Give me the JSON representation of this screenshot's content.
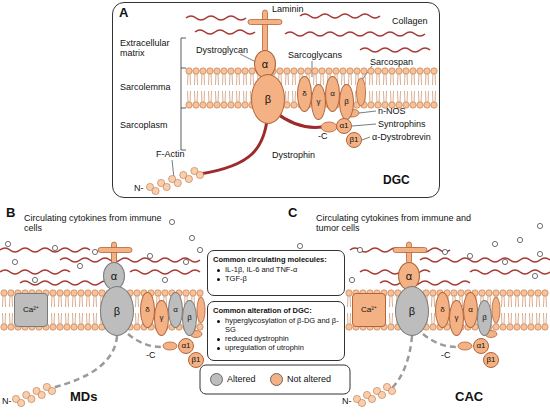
{
  "diagram": {
    "nodes": [
      {
        "text": [
          "A",
          "DGC"
        ]
      },
      {
        "text": [
          "α"
        ],
        "in": 0
      },
      {
        "text": [
          "β"
        ],
        "in": 0
      },
      {
        "text": [
          "δ"
        ],
        "in": 0
      },
      {
        "text": [
          "γ"
        ],
        "in": 0
      },
      {
        "text": [
          "α"
        ],
        "in": 0
      },
      {
        "text": [
          "β"
        ],
        "in": 0
      },
      {
        "text": [
          "α1"
        ],
        "in": 0
      },
      {
        "text": [
          "β1"
        ],
        "in": 0
      },
      {
        "text": [
          "Ca²⁺"
        ]
      },
      {
        "text": [
          "α"
        ]
      },
      {
        "text": [
          "β"
        ]
      },
      {
        "text": [
          "δ"
        ]
      },
      {
        "text": [
          "γ"
        ]
      },
      {
        "text": [
          "α"
        ]
      },
      {
        "text": [
          "β"
        ]
      },
      {
        "text": [
          "α1"
        ]
      },
      {
        "text": [
          "β1"
        ]
      },
      {
        "text": [
          "Common circulating molecules:",
          "IL-1β, IL-6 and TNF-α",
          "TGF-β"
        ]
      },
      {
        "text": [
          "Common alteration of DGC:",
          "hyperglycosylation of β-DG and β-SG",
          "reduced dystrophin",
          "upregulation of utrophin"
        ]
      },
      {
        "text": [
          "Ca²⁺"
        ]
      },
      {
        "text": [
          "α"
        ]
      },
      {
        "text": [
          "β"
        ]
      },
      {
        "text": [
          "δ"
        ]
      },
      {
        "text": [
          "γ"
        ]
      },
      {
        "text": [
          "α"
        ]
      },
      {
        "text": [
          "β"
        ]
      },
      {
        "text": [
          "α1"
        ]
      },
      {
        "text": [
          "β1"
        ]
      }
    ],
    "labels": [
      "Laminin",
      "Collagen",
      "Extracellular matrix",
      "Sarcolemma",
      "Sarcoplasm",
      "Dystroglycan",
      "Sarcoglycans",
      "Sarcospan",
      "n-NOS",
      "Syntrophins",
      "α-Dystrobrevin",
      "Dystrophin",
      "F-Actin",
      "N-",
      "-C",
      "B",
      "Circulating cytokines from immune cells",
      "N-",
      "-C",
      "MDs",
      "C",
      "Circulating cytokines from immune and tumor cells",
      "N-",
      "-C",
      "CAC"
    ],
    "legend": [
      {
        "text": "Altered",
        "color": "#bdbdbd"
      },
      {
        "text": "Not altered",
        "color": "#f4b183"
      }
    ]
  }
}
